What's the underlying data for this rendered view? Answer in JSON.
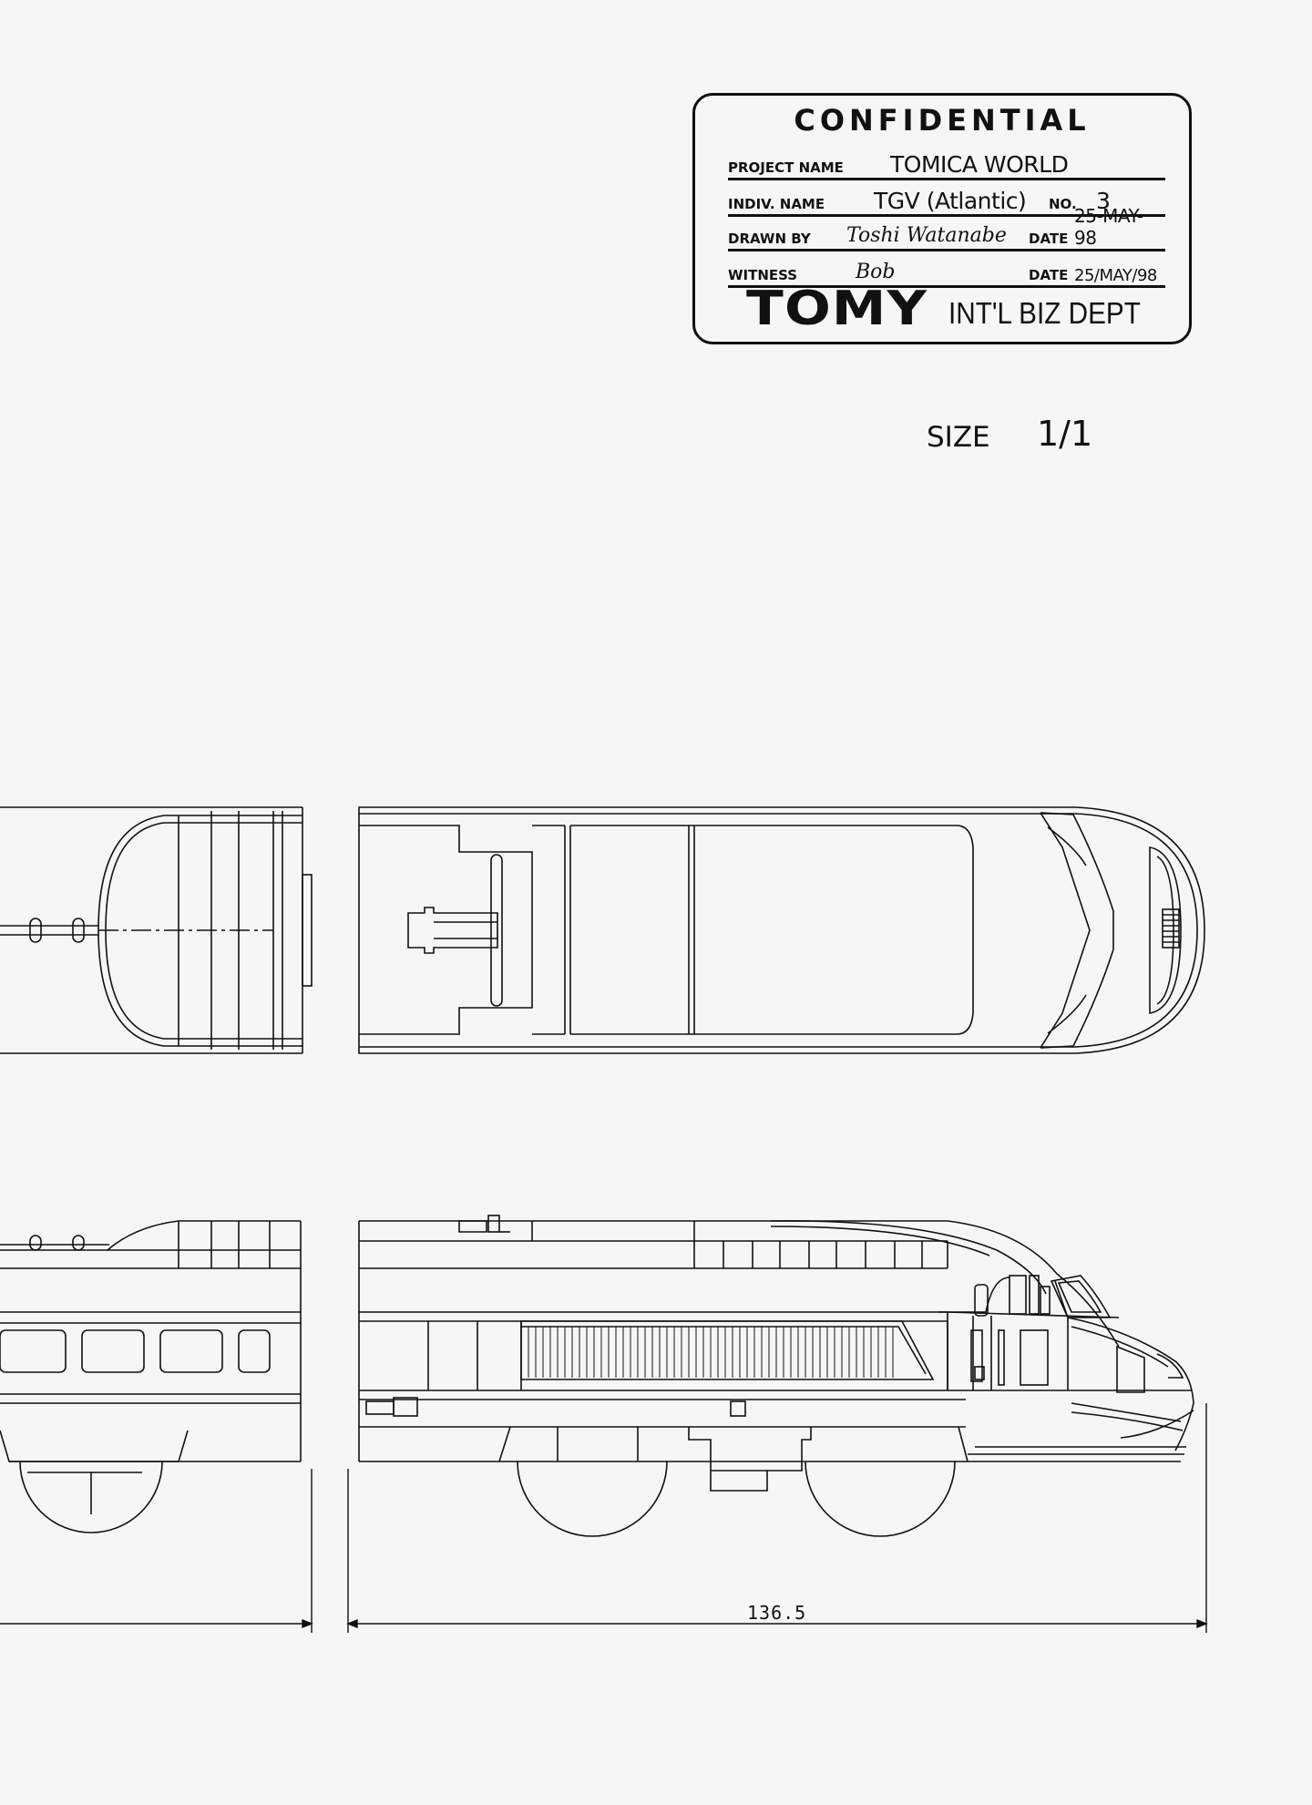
{
  "stamp": {
    "title": "CONFIDENTIAL",
    "project_name_label": "PROJECT NAME",
    "project_name_value": "TOMICA WORLD",
    "indiv_name_label": "INDIV. NAME",
    "indiv_name_value": "TGV (Atlantic)",
    "no_label": "NO.",
    "no_value": "3",
    "drawn_by_label": "DRAWN BY",
    "drawn_by_signature": "Toshi Watanabe",
    "drawn_date_label": "DATE",
    "drawn_date_value": "25-MAY-98",
    "witness_label": "WITNESS",
    "witness_signature": "Bob",
    "witness_date_label": "DATE",
    "witness_date_value": "25/MAY/98",
    "brand": "TOMY",
    "department": "INT'L BIZ DEPT"
  },
  "scale": {
    "label": "SIZE",
    "value": "1/1"
  },
  "dimension": {
    "overall_length": "136.5"
  },
  "colors": {
    "ink": "#111111",
    "paper": "#f6f6f4"
  }
}
